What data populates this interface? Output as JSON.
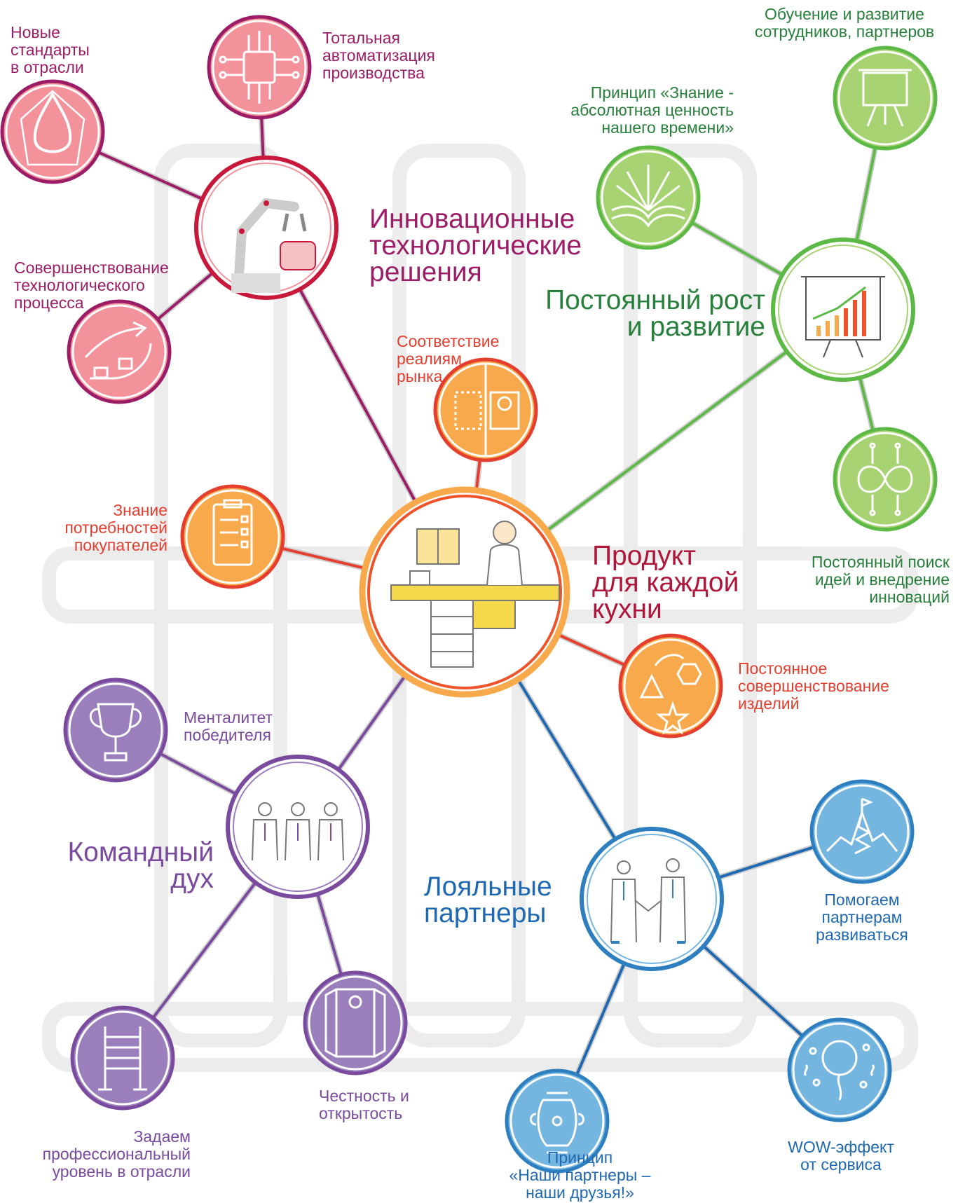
{
  "hubs": {
    "center": "Продукт\nдля каждой\nкухни",
    "innovation": "Инновационные\nтехнологические\nрешения",
    "growth": "Постоянный рост\nи развитие",
    "team": "Командный\nдух",
    "partners": "Лояльные\nпартнеры"
  },
  "labels": {
    "new_standards": "Новые\nстандарты\nв отрасли",
    "automation": "Тотальная\nавтоматизация\nпроизводства",
    "process_improvement": "Совершенствование\nтехнологического\nпроцесса",
    "training": "Обучение и развитие\nсотрудников, партнеров",
    "knowledge_principle": "Принцип «Знание -\nабсолютная ценность\nнашего времени»",
    "innovation_search": "Постоянный поиск\nидей и внедрение\nинноваций",
    "market": "Соответствие\nреалиям\nрынка",
    "customer_needs": "Знание\nпотребностей\nпокупателей",
    "product_improvement": "Постоянное\nсовершенствование\nизделий",
    "winner": "Менталитет\nпобедителя",
    "honesty": "Честность и\nоткрытость",
    "pro_level": "Задаем\nпрофессиональный\nуровень в отрасли",
    "help_partners": "Помогаем\nпартнерам\nразвиваться",
    "wow": "WOW-эффект\nот сервиса",
    "friends_principle": "Принцип\n«Наши партнеры –\nнаши друзья!»"
  },
  "colors": {
    "magenta": "#9c1d67",
    "crimson": "#c8193c",
    "pink": "#f4929c",
    "green": "#5cb946",
    "light_green": "#a8d373",
    "orange": "#f7a94b",
    "orange_red": "#f0522a",
    "purple": "#7a4a9e",
    "lavender": "#9b7fbd",
    "blue": "#2e7fc0",
    "sky": "#74b6e0"
  }
}
